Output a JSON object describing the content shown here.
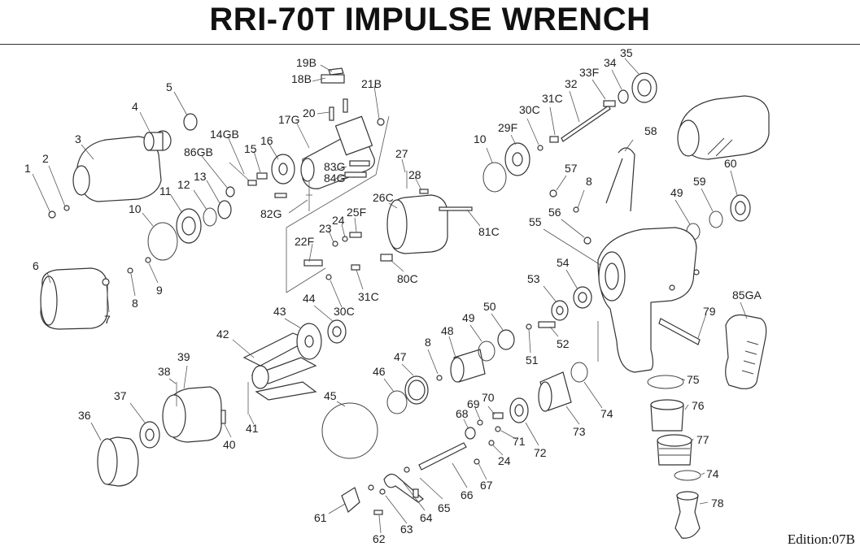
{
  "title": "RRI-70T IMPULSE WRENCH",
  "edition": "Edition:07B",
  "labels": [
    "1",
    "2",
    "3",
    "4",
    "5",
    "6",
    "7",
    "8",
    "9",
    "10",
    "11",
    "12",
    "13",
    "14GB",
    "86GB",
    "15",
    "16",
    "17G",
    "18B",
    "19B",
    "20",
    "21B",
    "27",
    "28",
    "26C",
    "83G",
    "84G",
    "82G",
    "22F",
    "23",
    "24",
    "25F",
    "81C",
    "80C",
    "31C",
    "30C",
    "10",
    "29F",
    "30C",
    "31C",
    "32",
    "33F",
    "34",
    "35",
    "57",
    "8",
    "58",
    "49",
    "59",
    "60",
    "55",
    "56",
    "53",
    "54",
    "42",
    "43",
    "44",
    "39",
    "38",
    "37",
    "36",
    "40",
    "41",
    "45",
    "46",
    "47",
    "48",
    "8",
    "49",
    "50",
    "51",
    "52",
    "68",
    "69",
    "70",
    "71",
    "72",
    "73",
    "74",
    "24",
    "67",
    "66",
    "65",
    "64",
    "63",
    "61",
    "62",
    "79",
    "85GA",
    "75",
    "76",
    "77",
    "74",
    "78"
  ]
}
